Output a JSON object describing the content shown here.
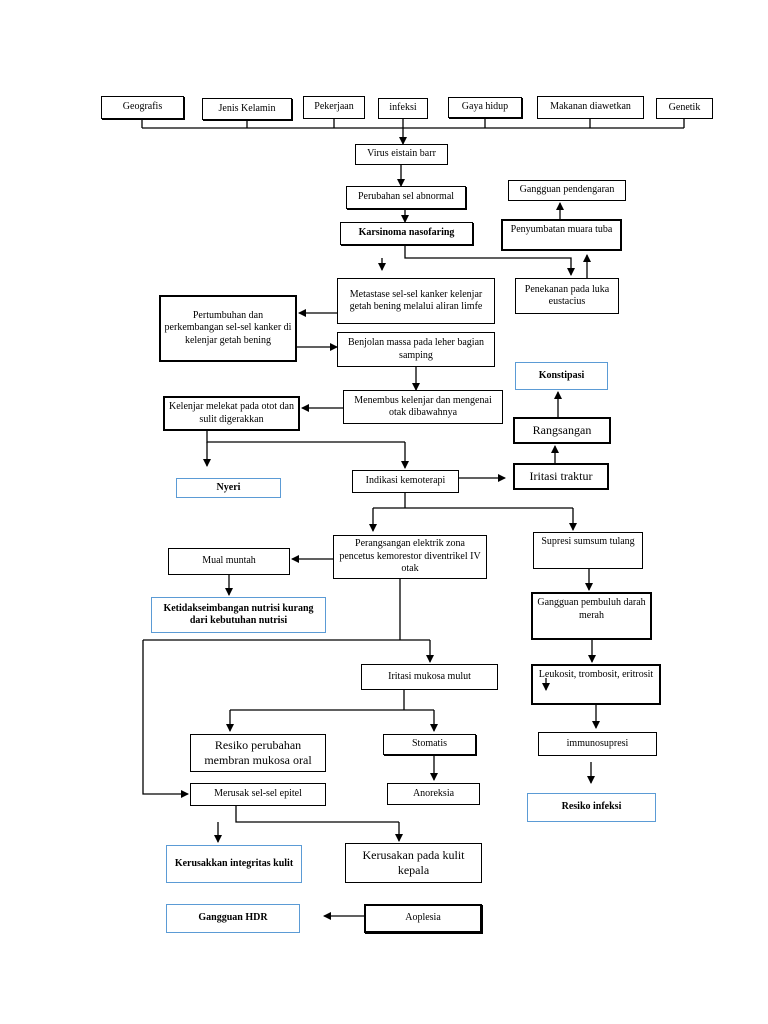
{
  "nodes": {
    "geografis": "Geografis",
    "jenis_kelamin": "Jenis Kelamin",
    "pekerjaan": "Pekerjaan",
    "infeksi": "infeksi",
    "gaya_hidup": "Gaya hidup",
    "makanan_diawetkan": "Makanan diawetkan",
    "genetik": "Genetik",
    "virus": "Virus eistain barr",
    "perubahan_sel": "Perubahan sel abnormal",
    "karsinoma": "Karsinoma nasofaring",
    "gangguan_pendengaran": "Gangguan pendengaran",
    "penyumbatan": "Penyumbatan muara tuba",
    "penekanan": "Penekanan pada luka eustacius",
    "metastase": "Metastase sel-sel kanker kelenjar getah bening melalui aliran limfe",
    "pertumbuhan": "Pertumbuhan dan perkembangan sel-sel kanker di kelenjar getah bening",
    "benjolan": "Benjolan massa pada leher bagian samping",
    "menembus": "Menembus kelenjar dan mengenai otak dibawahnya",
    "kelenjar_melekat": "Kelenjar melekat pada otot dan sulit digerakkan",
    "konstipasi": "Konstipasi",
    "rangsangan": "Rangsangan",
    "iritasi_traktur": "Iritasi traktur",
    "nyeri": "Nyeri",
    "indikasi_kemoterapi": "Indikasi kemoterapi",
    "perangsangan": "Perangsangan elektrik zona pencetus kemorestor diventrikel IV otak",
    "supresi_sumsum": "Supresi sumsum tulang",
    "mual_muntah": "Mual muntah",
    "ketidakseimbangan": "Ketidakseimbangan nutrisi kurang dari kebutuhan nutrisi",
    "gangguan_pembuluh": "Gangguan pembuluh darah merah",
    "iritasi_mukosa": "Iritasi mukosa mulut",
    "leukosit": "Leukosit, trombosit, eritrosit",
    "resiko_perubahan": "Resiko perubahan membran mukosa oral",
    "stomatis": "Stomatis",
    "immunosupresi": "immunosupresi",
    "merusak_sel": "Merusak sel-sel epitel",
    "anoreksia": "Anoreksia",
    "resiko_infeksi": "Resiko infeksi",
    "kerusakan_integritas": "Kerusakkan integritas kulit",
    "kerusakan_kulit_kepala": "Kerusakan pada kulit kepala",
    "gangguan_hdr": "Gangguan HDR",
    "aoplesia": "Aoplesia"
  },
  "colors": {
    "line": "#000000",
    "diagnosis_border": "#5b9bd5"
  }
}
